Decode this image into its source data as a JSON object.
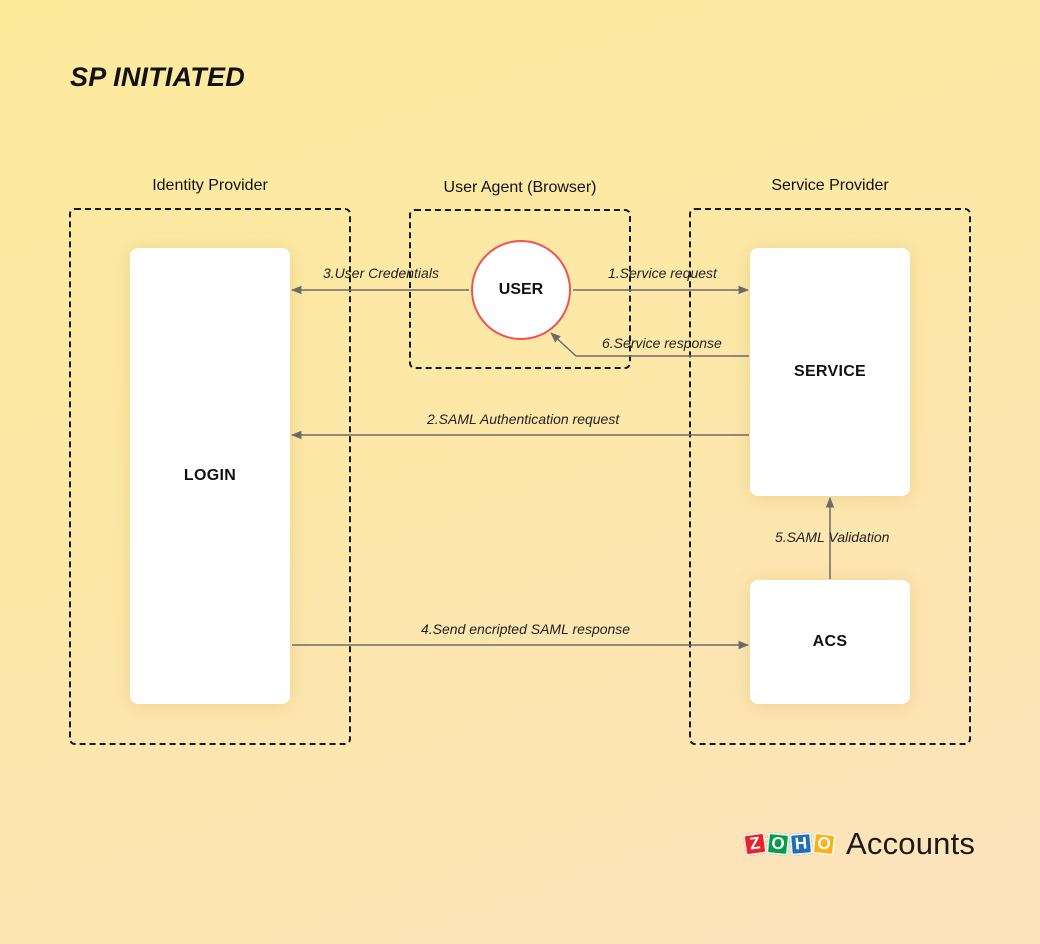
{
  "title": "SP INITIATED",
  "groups": {
    "identity_provider": "Identity Provider",
    "user_agent": "User Agent (Browser)",
    "service_provider": "Service Provider"
  },
  "nodes": {
    "login": "LOGIN",
    "user": "USER",
    "service": "SERVICE",
    "acs": "ACS"
  },
  "flows": {
    "service_request": "1.Service request",
    "saml_auth_request": "2.SAML Authentication request",
    "user_credentials": "3.User Credentials",
    "send_saml_response": "4.Send encripted SAML response",
    "saml_validation": "5.SAML Validation",
    "service_response": "6.Service response"
  },
  "logo": {
    "letters": [
      "Z",
      "O",
      "H",
      "O"
    ],
    "letter_colors": [
      "#e42527",
      "#089949",
      "#226db4",
      "#f9b21d"
    ],
    "product": "Accounts"
  },
  "colors": {
    "user_border": "#ef5350",
    "arrow": "#6b6b6b",
    "dash": "#1a1a1a"
  }
}
